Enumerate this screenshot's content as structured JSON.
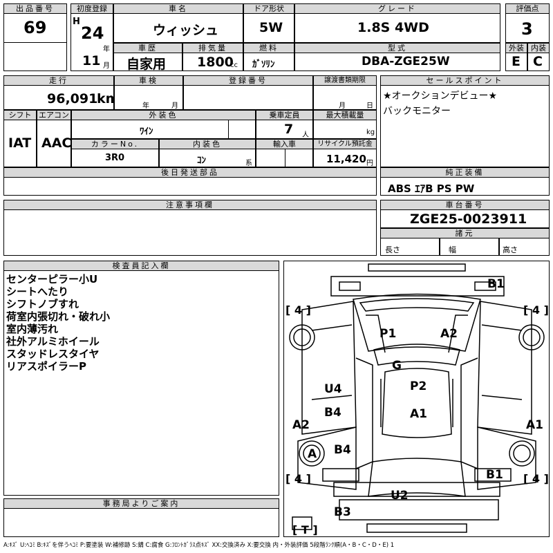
{
  "top": {
    "lot_no_label": "出品番号",
    "lot_no": "69",
    "first_reg_label": "初度登録",
    "era": "H",
    "year": "24",
    "year_unit": "年",
    "month": "11",
    "month_unit": "月",
    "car_name_label": "車名",
    "car_name": "ウィッシュ",
    "doors_label": "ドア形状",
    "doors": "5W",
    "grade_label": "グレード",
    "grade": "1.8S 4WD",
    "score_label": "評価点",
    "score": "3",
    "history_label": "車歴",
    "history": "自家用",
    "displacement_label": "排気量",
    "displacement": "1800",
    "displacement_unit": "cc",
    "fuel_label": "燃料",
    "fuel": "ｶﾞｿﾘﾝ",
    "model_label": "型式",
    "model": "DBA-ZGE25W",
    "ext_label": "外装",
    "ext_score": "E",
    "int_label": "内装",
    "int_score": "C"
  },
  "row2": {
    "mileage_label": "走行",
    "mileage": "96,091",
    "mileage_unit": "km",
    "inspection_label": "車検",
    "insp_year_unit": "年",
    "insp_month_unit": "月",
    "reg_no_label": "登録番号",
    "transfer_label": "譲渡書類期限",
    "transfer_month_unit": "月",
    "transfer_day_unit": "日",
    "shift_label": "シフト",
    "shift": "IAT",
    "ac_label": "エアコン",
    "ac": "AAC",
    "color_label": "外装色",
    "color": "ﾜｲﾝ",
    "capacity_label": "乗車定員",
    "capacity": "7",
    "capacity_unit": "人",
    "load_label": "最大積載量",
    "load_unit": "kg",
    "color_no_label": "カラーNo.",
    "color_no": "3R0",
    "int_color_label": "内装色",
    "int_color": "ｺﾝ",
    "int_color_unit": "系",
    "import_label": "輸入車",
    "recycle_label": "リサイクル預託金",
    "recycle": "11,420",
    "recycle_unit": "円",
    "later_parts_label": "後日発送部品"
  },
  "sales": {
    "label": "セールスポイント",
    "lines": [
      "★オークションデビュー★",
      "バックモニター"
    ]
  },
  "equip": {
    "label": "純正装備",
    "value": "ABS ｴｱB PS PW"
  },
  "notice": {
    "label": "注意事項欄"
  },
  "chassis": {
    "label": "車台番号",
    "value": "ZGE25-0023911",
    "dims_label": "諸元",
    "length_label": "長さ",
    "width_label": "幅",
    "height_label": "高さ"
  },
  "inspector": {
    "label": "検査員記入欄",
    "lines": [
      "センターピラー小U",
      "シートへたり",
      "シフトノブすれ",
      "荷室内張切れ・破れ小",
      "室内薄汚れ",
      "社外アルミホイール",
      "スタッドレスタイヤ",
      "リアスポイラーP"
    ]
  },
  "office": {
    "label": "事務局よりご案内"
  },
  "diagram": {
    "marks": [
      "B1",
      "P1",
      "A2",
      "G",
      "P2",
      "A1",
      "U4",
      "B4",
      "A2",
      "A1",
      "A",
      "B4",
      "B1",
      "U2",
      "B3"
    ],
    "tires": [
      "4",
      "4",
      "4",
      "4",
      "T"
    ],
    "tire_brackets": [
      "[ 4 ]",
      "[ 4 ]",
      "[ 4 ]",
      "[ 4 ]",
      "[ T ]"
    ]
  },
  "legend": "A:ｷｽﾞ U:ﾍｺﾐ B:ｷｽﾞを伴うﾍｺﾐ P:要塗装 W:補修跡 S:錆 C:腐食 G:ﾌﾛﾝﾄｶﾞﾗｽ点ｷｽﾞ XX:交換済み X:要交換 内・外装評価 5段階ﾗﾝｸ順(A・B・C・D・E) 1"
}
